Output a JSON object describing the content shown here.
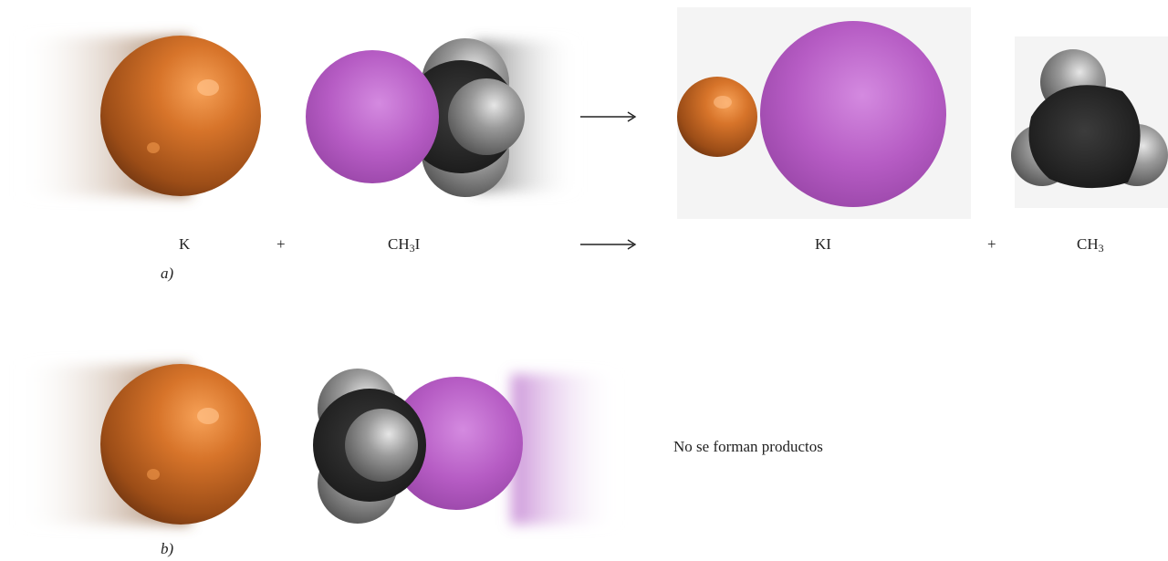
{
  "panel_a": {
    "equation": {
      "reactant1": "K",
      "plus1": "+",
      "reactant2_main": "CH",
      "reactant2_sub": "3",
      "reactant2_tail": "I",
      "arrow": "⟶",
      "product1": "KI",
      "plus2": "+",
      "product2_main": "CH",
      "product2_sub": "3"
    },
    "label": "a)"
  },
  "panel_b": {
    "result_text": "No se forman productos",
    "label": "b)"
  },
  "colors": {
    "potassium": "#c9671f",
    "iodine": "#b65cc4",
    "carbon": "#2b2b2b",
    "hydrogen": "#8c8c8c",
    "arrow": "#222222"
  }
}
